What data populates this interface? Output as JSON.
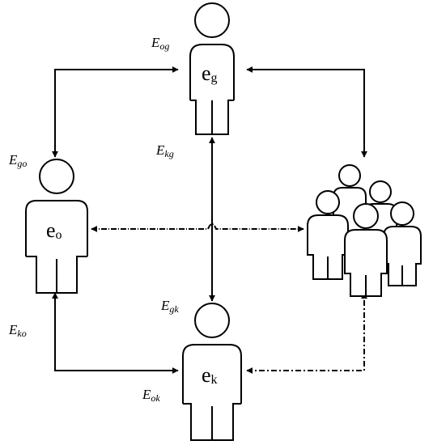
{
  "nodes": {
    "g": {
      "main": "e",
      "sub": "g"
    },
    "o": {
      "main": "e",
      "sub": "o"
    },
    "k": {
      "main": "e",
      "sub": "k"
    }
  },
  "edge_labels": {
    "og": {
      "main": "E",
      "sub": "og"
    },
    "kg": {
      "main": "E",
      "sub": "kg"
    },
    "go": {
      "main": "E",
      "sub": "go"
    },
    "gk": {
      "main": "E",
      "sub": "gk"
    },
    "ko": {
      "main": "E",
      "sub": "ko"
    },
    "ok": {
      "main": "E",
      "sub": "ok"
    }
  },
  "icons": {
    "person": "person-icon",
    "crowd": "crowd-icon"
  }
}
